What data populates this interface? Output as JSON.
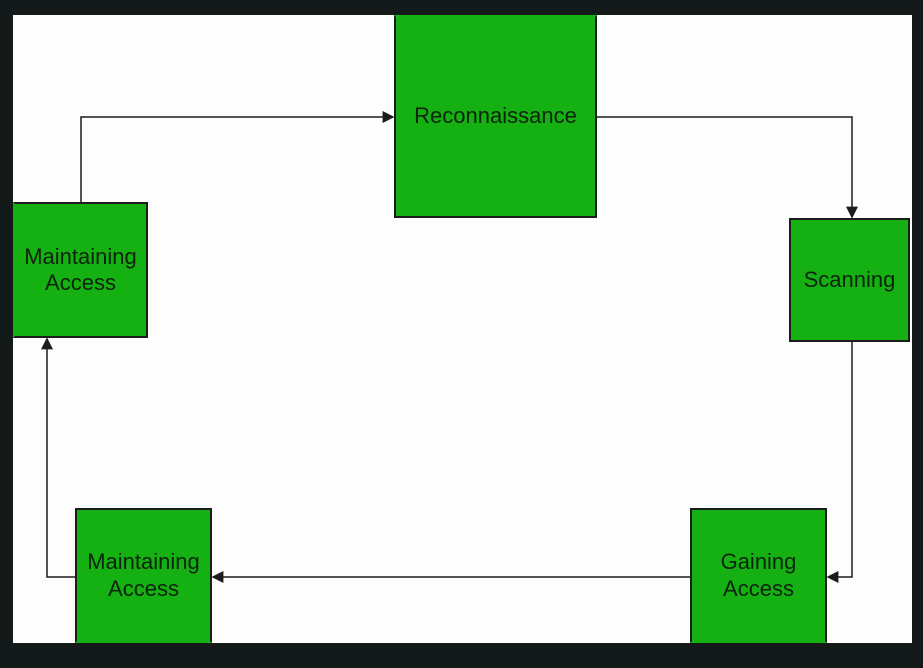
{
  "diagram": {
    "description": "Cycle of hacking phases flow diagram",
    "nodes": [
      {
        "id": "reconnaissance",
        "label": "Reconnaissance"
      },
      {
        "id": "scanning",
        "label": "Scanning"
      },
      {
        "id": "gaining-access",
        "label": "Gaining\nAccess"
      },
      {
        "id": "maintaining-access-bottom",
        "label": "Maintaining\nAccess"
      },
      {
        "id": "maintaining-access-left",
        "label": "Maintaining\nAccess"
      }
    ],
    "edges": [
      {
        "from": "maintaining-access-left",
        "to": "reconnaissance"
      },
      {
        "from": "reconnaissance",
        "to": "scanning"
      },
      {
        "from": "scanning",
        "to": "gaining-access"
      },
      {
        "from": "gaining-access",
        "to": "maintaining-access-bottom"
      },
      {
        "from": "maintaining-access-bottom",
        "to": "maintaining-access-left"
      }
    ],
    "colors": {
      "frame": "#141a19",
      "canvas": "#fdfdfd",
      "node_fill": "#15b112",
      "node_border": "#1d1d1d",
      "connector": "#1c1c1c",
      "label": "#0d230d"
    }
  }
}
